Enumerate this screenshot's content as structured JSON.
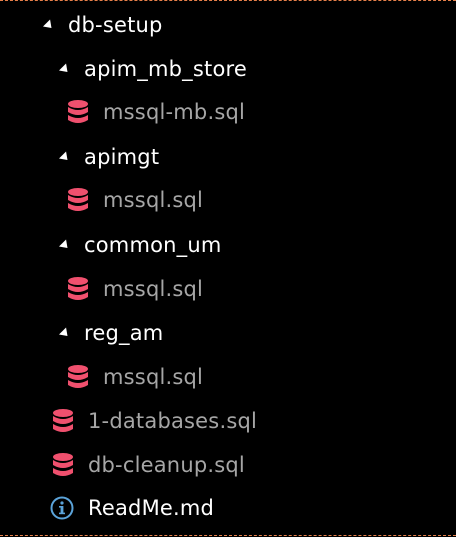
{
  "tree": {
    "root": {
      "label": "db-setup",
      "expanded": true
    },
    "folders": [
      {
        "label": "apim_mb_store",
        "files": [
          "mssql-mb.sql"
        ]
      },
      {
        "label": "apimgt",
        "files": [
          "mssql.sql"
        ]
      },
      {
        "label": "common_um",
        "files": [
          "mssql.sql"
        ]
      },
      {
        "label": "reg_am",
        "files": [
          "mssql.sql"
        ]
      }
    ],
    "root_files": [
      {
        "label": "1-databases.sql",
        "icon": "database-icon"
      },
      {
        "label": "db-cleanup.sql",
        "icon": "database-icon"
      },
      {
        "label": "ReadMe.md",
        "icon": "info-icon"
      }
    ]
  },
  "colors": {
    "background": "#000000",
    "folder_text": "#ffffff",
    "file_text": "#a6a6a6",
    "sql_icon": "#f0506e",
    "info_icon": "#5ba3d9",
    "selection_border": "#e8804a"
  }
}
